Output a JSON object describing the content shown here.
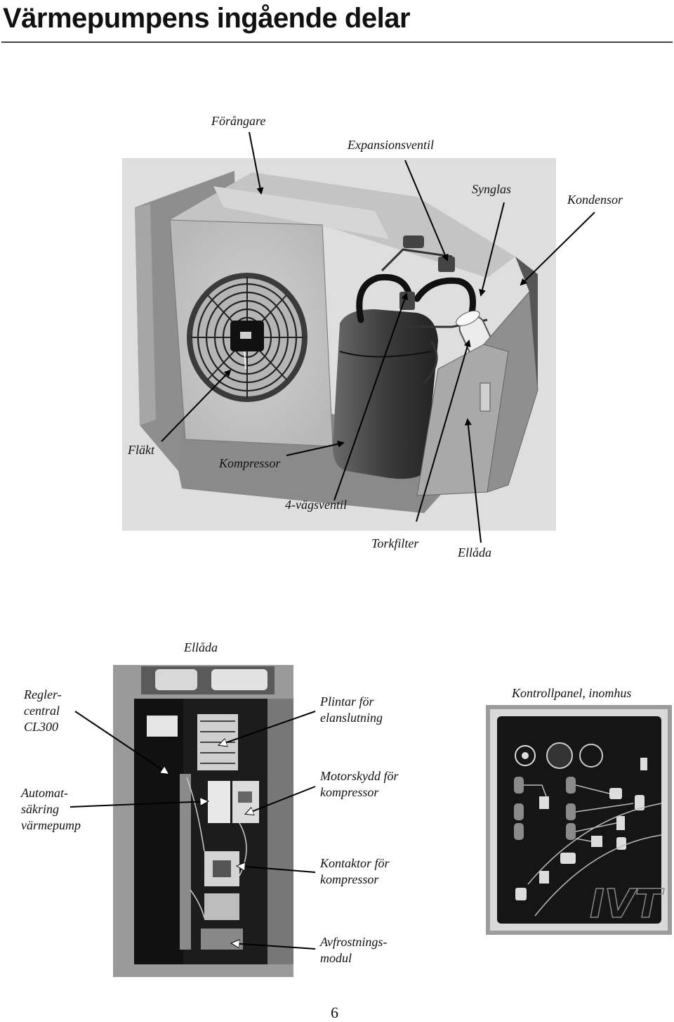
{
  "page": {
    "title": "Värmepumpens ingående delar",
    "page_number": "6"
  },
  "figure1": {
    "labels": {
      "forangare": "Förångare",
      "expansionsventil": "Expansionsventil",
      "synglas": "Synglas",
      "kondensor": "Kondensor",
      "flakt": "Fläkt",
      "kompressor": "Kompressor",
      "fyravagsventil": "4-vägsventil",
      "torkfilter": "Torkfilter",
      "ellada": "Ellåda"
    }
  },
  "figure2": {
    "title": "Ellåda",
    "labels": {
      "reglercentral": "Regler-\ncentral\nCL300",
      "automatsakring": "Automat-\nsäkring\nvärmepump",
      "plintar": "Plintar för\nelanslutning",
      "motorskydd": "Motorskydd för\nkompressor",
      "kontaktor": "Kontaktor för\nkompressor",
      "avfrostning": "Avfrostnings-\nmodul"
    }
  },
  "figure3": {
    "title": "Kontrollpanel, inomhus",
    "brand": "IVT"
  }
}
